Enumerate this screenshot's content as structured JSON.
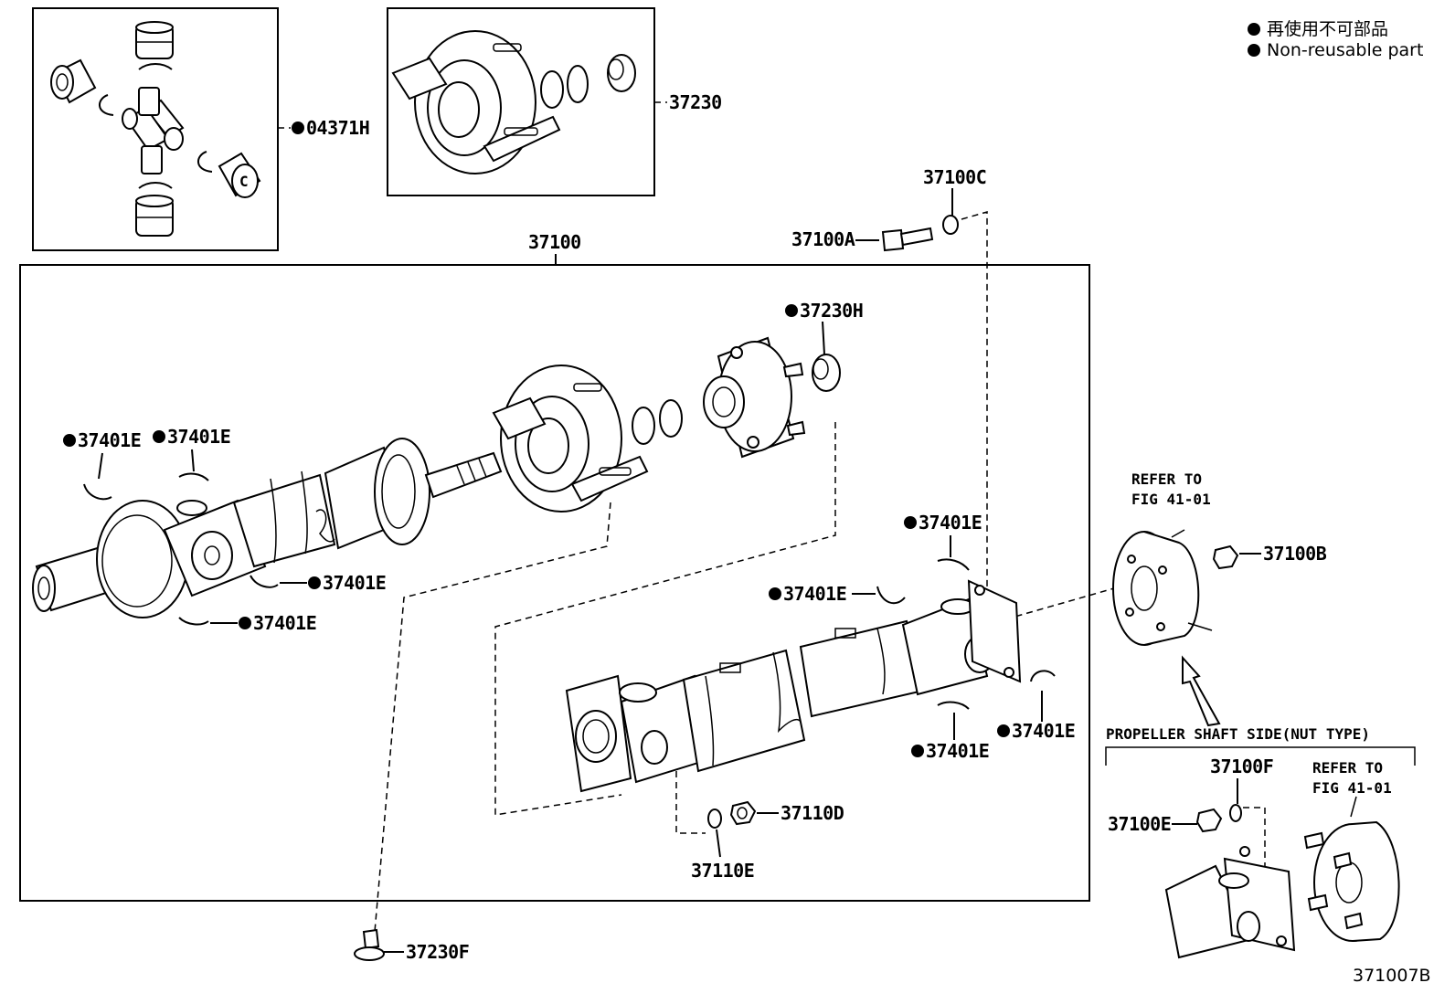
{
  "legend": {
    "jp": "再使用不可部品",
    "en": "Non-reusable part"
  },
  "labels": {
    "u_joint_kit": "04371H",
    "bearing_kit": "37230",
    "shaft_assembly": "37100",
    "bolt": "37100A",
    "washer_c": "37100C",
    "flange_nut_h": "37230H",
    "snap_ring": "37401E",
    "refer_line1": "REFER TO",
    "refer_line2": "FIG 41-01",
    "nut_b": "37100B",
    "nut_side_title": "PROPELLER SHAFT SIDE(NUT TYPE)",
    "nut_f": "37100F",
    "nut_e": "37100E",
    "nut_d": "37110D",
    "washer_e": "37110E",
    "bolt_f": "37230F",
    "figure_id": "371007B"
  }
}
